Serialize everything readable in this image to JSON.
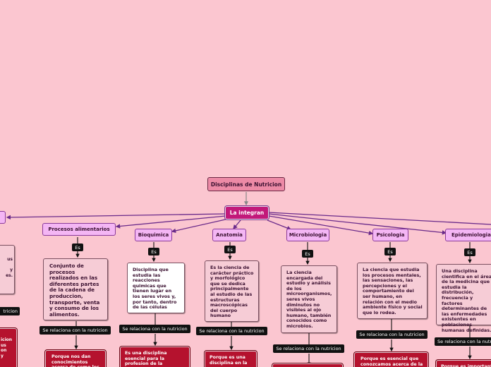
{
  "root": "Disciplinas de Nutricion",
  "connector": "La integran",
  "es_label": "Es",
  "relation_label": "Se relaciona con la nutricion",
  "left_partial": {
    "box_fragment": "us\n\ny\nes.",
    "rel_fragment": "tricion",
    "red_fragment": "icion\nus\non\ny"
  },
  "disciplines": [
    {
      "name": "Procesos alimentarios",
      "definition": "Conjunto de procesos realizados en las diferentes partes de la cadena de produccion, transporte, venta y consumo de los alimentos.",
      "reason": "Porque nos dan conocimientos acerca de como los"
    },
    {
      "name": "Bioquimica",
      "definition": "Disciplina que estudia las reacciones quimicas que tienen lugar en los seres vivos y, por tanto, dentro de las células",
      "reason": "Es una disciplina esencial para la profesion de la nutricion"
    },
    {
      "name": "Anatomia",
      "definition": "Es la ciencia de carácter práctico y morfológico que se dedica principalmente al estudio de las estructuras macroscópicas del cuerpo humano",
      "reason": "Porque es una disciplina en la"
    },
    {
      "name": "Microbiologia",
      "definition": "La ciencia encargada del estudio y análisis de los microorganismos, seres vivos diminutos no visibles al ojo humano, también conocidos como microbios.",
      "reason": ""
    },
    {
      "name": "Psicologia",
      "definition": "La ciencia que estudia los procesos mentales, las sensaciones, las percepciones y el comportamiento del ser humano, en relación con el medio ambiente físico y social que lo rodea.",
      "reason": "Porque es esencial que conozcamos acerca de la"
    },
    {
      "name": "Epidemiologia",
      "definition": "Una disciplina cientifica en el área de la medicina que estudia la distribución, frecuencia y factores determinantes de las enfermedades existentes en poblaciones humanas definidas.",
      "reason": "Porque es importante"
    }
  ]
}
